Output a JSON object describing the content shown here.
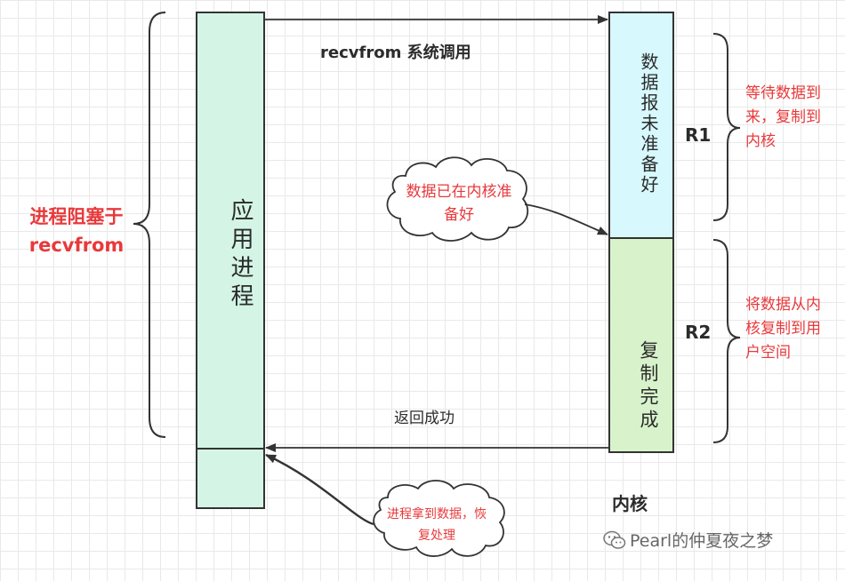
{
  "app_process_label": "应用进程",
  "kernel_not_ready_label": "数据报未准备好",
  "kernel_copy_done_label": "复制完成",
  "syscall_label": "recvfrom 系统调用",
  "return_label": "返回成功",
  "kernel_label": "内核",
  "blocked_label_line1": "进程阻塞于",
  "blocked_label_line2": "recvfrom",
  "r1_label": "R1",
  "r2_label": "R2",
  "r1_note": "等待数据到来，复制到内核",
  "r2_note": "将数据从内核复制到用户空间",
  "cloud_ready_note": "数据已在内核准备好",
  "cloud_process_note": "进程拿到数据，恢复处理",
  "watermark_text": "Pearl的仲夏夜之梦",
  "watermark_icon": "wechat-icon",
  "colors": {
    "app_fill": "#d4f5e6",
    "kernel_wait_fill": "#d7f8fd",
    "kernel_copy_fill": "#d8f3cb",
    "accent_red": "#e8393b",
    "stroke": "#333333"
  }
}
